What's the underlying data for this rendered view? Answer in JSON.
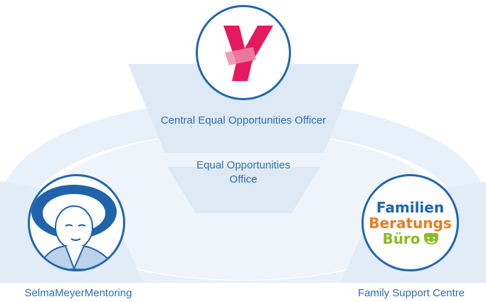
{
  "nodes": {
    "central": {
      "label": "Central Equal Opportunities Officer",
      "logo_letter": "Y",
      "logo_color": "#e5195f"
    },
    "office": {
      "label_line1": "Equal Opportunities",
      "label_line2": "Office"
    },
    "mentoring": {
      "label": "SelmaMeyerMentoring",
      "icon": "portrait-woman-in-hat"
    },
    "family": {
      "label": "Family Support Centre",
      "logo_line1": "Familien",
      "logo_line2": "Beratungs",
      "logo_line3": "Büro",
      "logo_colors": {
        "line1": "#1f63aa",
        "line2": "#e87c1e",
        "line3": "#8dbb1f"
      }
    }
  },
  "colors": {
    "accent": "#2167ae",
    "label": "#2f6db3",
    "ring": "#e4eef8"
  }
}
